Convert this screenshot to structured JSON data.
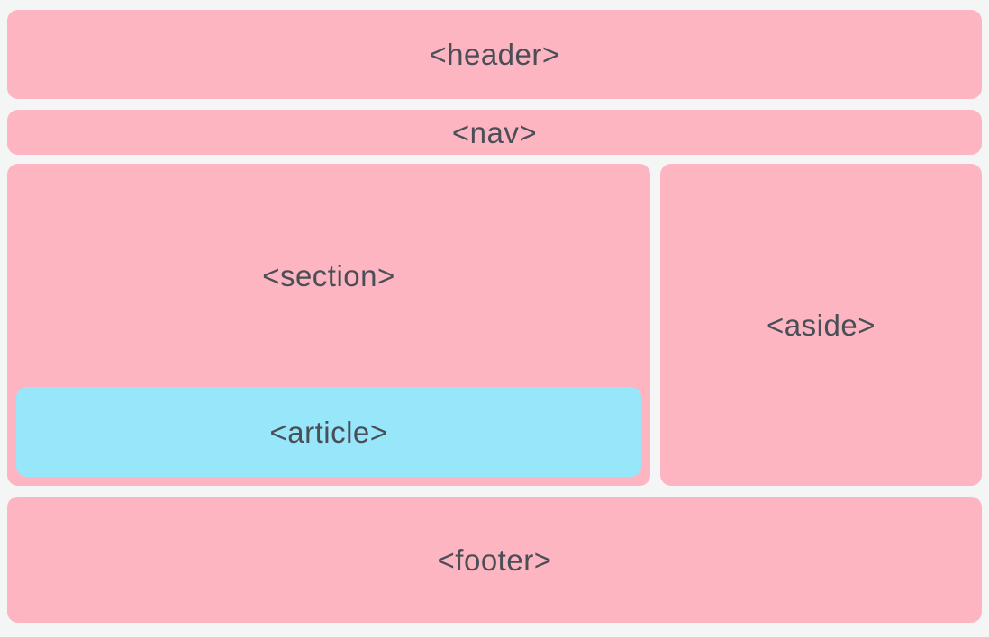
{
  "diagram": {
    "description": "HTML5 semantic layout diagram",
    "blocks": {
      "header": {
        "label": "<header>"
      },
      "nav": {
        "label": "<nav>"
      },
      "section": {
        "label": "<section>"
      },
      "article": {
        "label": "<article>"
      },
      "aside": {
        "label": "<aside>"
      },
      "footer": {
        "label": "<footer>"
      }
    },
    "colors": {
      "page_background": "#f4f6f5",
      "block_pink": "#fcb5c1",
      "article_blue": "#97e6fa",
      "label_text": "#4a4e57"
    }
  }
}
